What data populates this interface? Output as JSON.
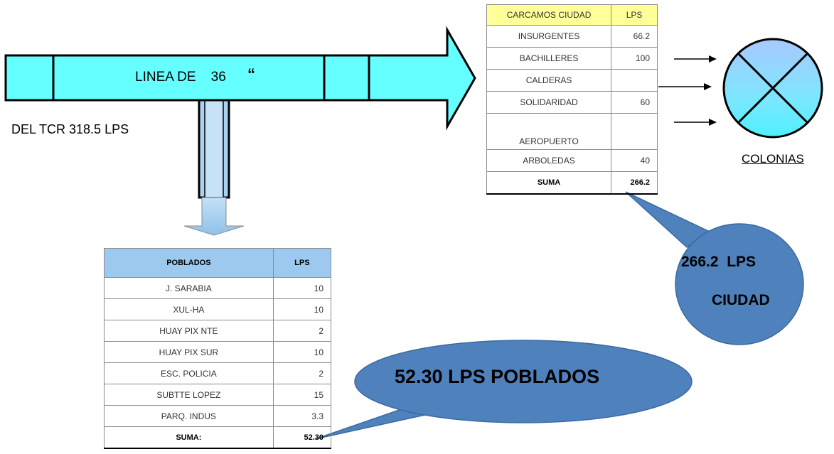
{
  "pipe": {
    "label": "LINEA DE    36",
    "quote": "“"
  },
  "source": "DEL TCR 318.5 LPS",
  "ciudad_table": {
    "header_name": "CARCAMOS CIUDAD",
    "header_value": "LPS",
    "rows": [
      {
        "name": "INSURGENTES",
        "value": "66.2"
      },
      {
        "name": "BACHILLERES",
        "value": "100"
      },
      {
        "name": "CALDERAS",
        "value": ""
      },
      {
        "name": "SOLIDARIDAD",
        "value": "60"
      },
      {
        "name": "AEROPUERTO",
        "value": ""
      },
      {
        "name": "ARBOLEDAS",
        "value": "40"
      }
    ],
    "sum_label": "SUMA",
    "sum_value": "266.2"
  },
  "colonias_label": "COLONIAS",
  "poblados_table": {
    "header_name": "POBLADOS",
    "header_value": "LPS",
    "rows": [
      {
        "name": "J. SARABIA",
        "value": "10"
      },
      {
        "name": "XUL-HA",
        "value": "10"
      },
      {
        "name": "HUAY PIX NTE",
        "value": "2"
      },
      {
        "name": "HUAY PIX SUR",
        "value": "10"
      },
      {
        "name": "ESC. POLICIA",
        "value": "2"
      },
      {
        "name": "SUBTTE LOPEZ",
        "value": "15"
      },
      {
        "name": "PARQ. INDUS",
        "value": "3.3"
      }
    ],
    "sum_label": "SUMA:",
    "sum_value": "52.30"
  },
  "bubble_poblados": "52.30 LPS POBLADOS",
  "bubble_ciudad_line1": "266.2  LPS",
  "bubble_ciudad_line2": "CIUDAD",
  "colors": {
    "pipe_fill": "#66ffff",
    "bubble_fill": "#4f81bd",
    "ciudad_header": "#ffff99",
    "poblados_header": "#9dc9ef"
  }
}
